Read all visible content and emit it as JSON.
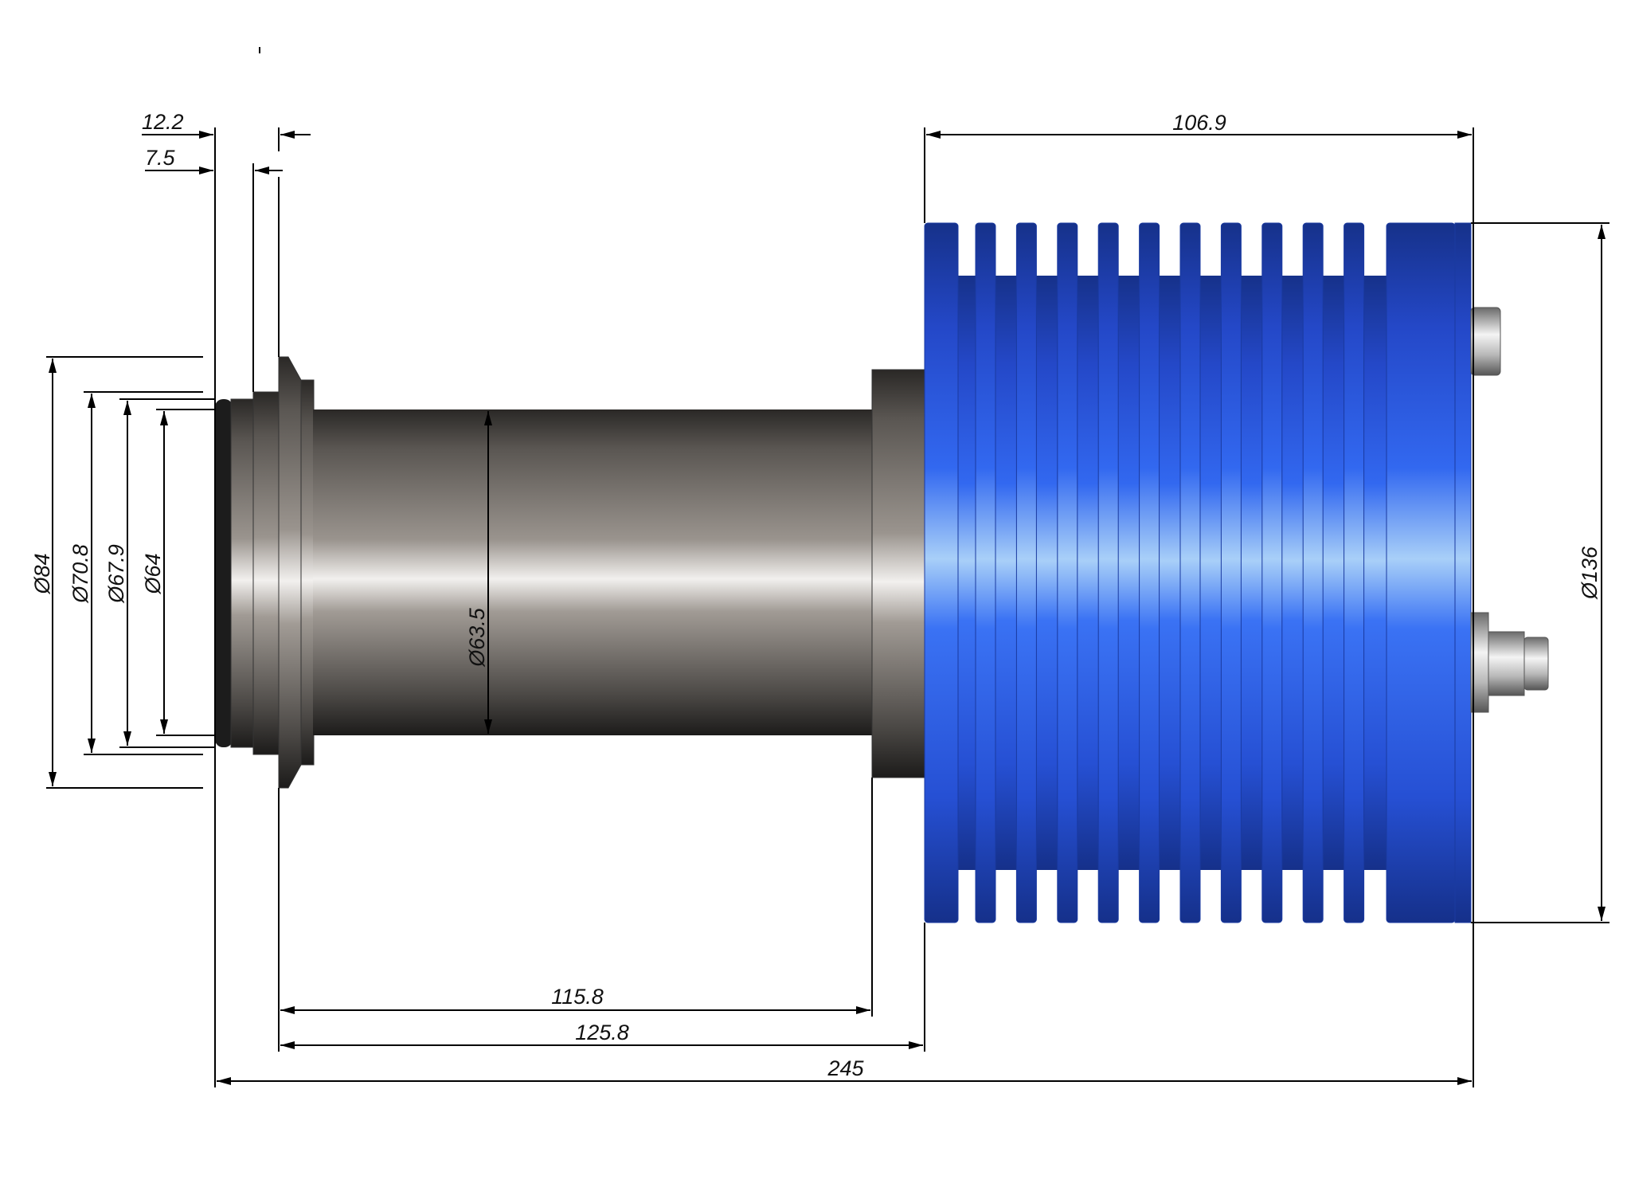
{
  "drawing": {
    "dimensions": {
      "flange_width": "12.2",
      "seal_width": "7.5",
      "dia_flange": "Ø84",
      "dia_groove_outer": "Ø70.8",
      "dia_oring": "Ø67.9",
      "dia_nose": "Ø64",
      "dia_tube": "Ø63.5",
      "heatsink_length": "106.9",
      "dia_heatsink": "Ø136",
      "tube_length": "115.8",
      "flange_to_heatsink": "125.8",
      "overall_length": "245"
    },
    "colors": {
      "heatsink": "#2f5fe6",
      "metal": "#8a8580",
      "line": "#000000"
    },
    "heatsink_fin_count": 11
  }
}
